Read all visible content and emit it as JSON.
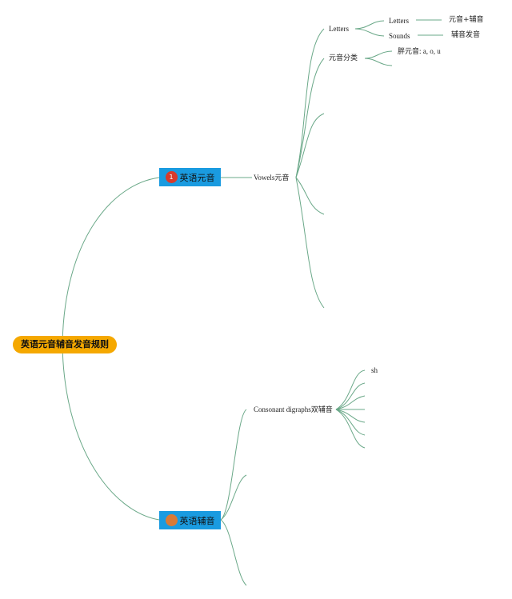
{
  "root": {
    "label": "英语元音辅音发音规则"
  },
  "vowels": {
    "branch_label": "英语元音",
    "child_label": "Vowels元音",
    "letters": {
      "label": "Letters",
      "items": [
        {
          "label": "Letters",
          "detail": "元音+辅音"
        },
        {
          "label": "Sounds",
          "detail": "辅音发音"
        }
      ]
    },
    "classification": {
      "label": "元音分类",
      "items": [
        "胖元音: a, o, u"
      ]
    }
  },
  "consonants": {
    "branch_label": "英语辅音",
    "child_label": "Consonant digraphs双辅音",
    "digraphs": [
      "sh"
    ]
  },
  "colors": {
    "root": "#f5a800",
    "branch": "#1a9be0",
    "connector": "#6aa888",
    "badge_vowel": "#d83a2c",
    "badge_consonant": "#d97a36"
  }
}
